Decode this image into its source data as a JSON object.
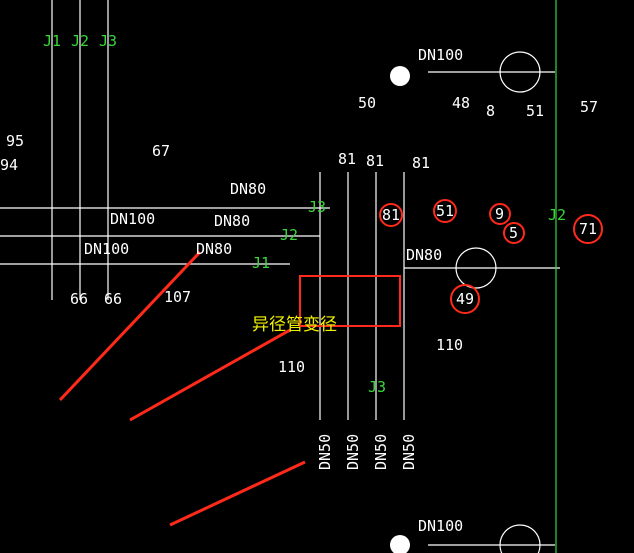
{
  "colors": {
    "background": "#000000",
    "drawing_white": "#ffffff",
    "pipe_green": "#39d63a",
    "markup_red": "#ff2a1a",
    "annotation_yellow": "#f2f200"
  },
  "riser_labels_top": [
    "J1",
    "J2",
    "J3"
  ],
  "branch_lines": [
    "J3",
    "J2",
    "J1"
  ],
  "right_riser_label": "J2",
  "lower_riser_label": "J3",
  "diameters": {
    "top_branch": "DN100",
    "main_dn80_upper": "DN80",
    "main_dn80_middle": "DN80",
    "main_dn80_lower": "DN80",
    "left_dn100_upper": "DN100",
    "left_dn100_lower": "DN100",
    "right_branch": "DN80",
    "bottom_branch": "DN100",
    "vertical_drops": [
      "DN50",
      "DN50",
      "DN50",
      "DN50"
    ]
  },
  "callouts": {
    "n95": "95",
    "n94": "94",
    "n67": "67",
    "n66a": "66",
    "n66b": "66",
    "n107": "107",
    "n81a": "81",
    "n81b": "81",
    "n81c": "81",
    "n50": "50",
    "n48": "48",
    "n8": "8",
    "n51": "51",
    "n57": "57",
    "n110a": "110",
    "n110b": "110"
  },
  "circled_marks": {
    "c81": "81",
    "c51": "51",
    "c9": "9",
    "c5": "5",
    "c71": "71",
    "c49": "49"
  },
  "annotation": "异径管变径"
}
